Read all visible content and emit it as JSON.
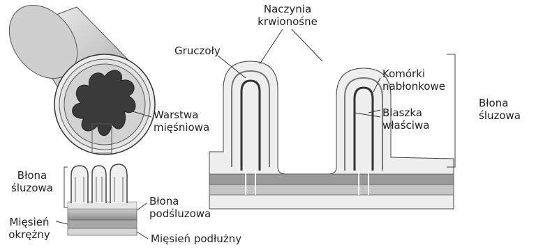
{
  "labels": {
    "naczynia": [
      "Naczynia",
      "krwionośne"
    ],
    "gruczoly": "Gruczoły",
    "komorki": [
      "Komórki",
      "nabłonkowe"
    ],
    "blaszka": [
      "Blaszka",
      "właściwa"
    ],
    "blona_sluzowa_right": [
      "Błona",
      "śluzowa"
    ],
    "warstwa": [
      "Warstwa",
      "mięśniowa"
    ],
    "blona_sluzowa_left": [
      "Błona",
      "śluzowa"
    ],
    "podsluzowa": [
      "Błona",
      "podśluzowa"
    ],
    "okrezny": [
      "Mięsień",
      "okrężny"
    ],
    "podluzny": "Mięsień podłużny"
  },
  "colors": {
    "ink": "#222222",
    "shade": "#9a9a9a",
    "dark": "#4a4a4a",
    "light": "#d8d8d8",
    "pale": "#eeeeee"
  }
}
